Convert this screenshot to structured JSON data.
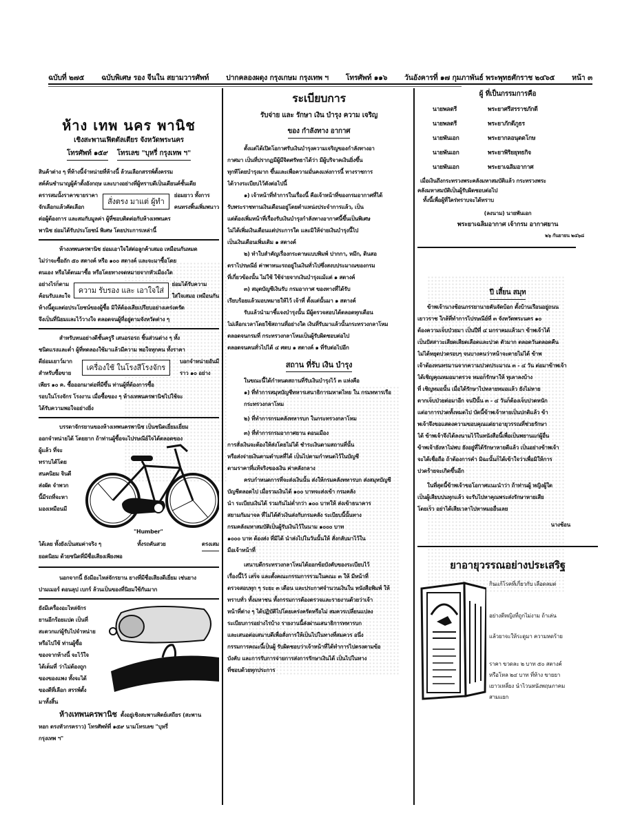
{
  "header": {
    "issue_number": "ฉบับที่ ๒๗๕",
    "special_edition": "ฉบับพิเศษ รอง จีนใน สยามวารศัพท์",
    "publisher": "ปากคลองผดุง กรุงเกษม กรุงเทพ ฯ",
    "telephone": "โทรศัพท์ ๑๑๖",
    "date": "วันอังคารที่ ๑๗ กุมภาพันธ์ พระพุทธศักราช ๒๔๖๕",
    "page": "หน้า ๓"
  },
  "left_column": {
    "store_title": "ห้าง เทพ นคร พานิช",
    "store_location": "เชิงสะพานเฟิตตัลเตียร จังหวัดพระนคร",
    "store_phone": "โทรศัพท์ ๑๕๙",
    "store_telegraph": "โทรเลข \"บุหรี่ กรุงเทพ ฯ\"",
    "section1_text": [
      "สินค้าต่าง ๆ ที่ห้างนี้จำหน่ายที่ห้างนี้ ล้วนเลือกสรรพ์ตั้งครรม",
      "สค์ค้นชำนาญผู้ค้าตั้งอังกฤษ และบางอย่างที่ผู้ทราบดีเป็นเดียนค์ชั้นเดีย",
      "ตรารสมนั้งราคาขายราคา",
      "จักเลือกแล้วคัดเลือก",
      "ย่อมยาว ทั้งการ",
      "คนทรงพิ้นเพิ่มพนาว",
      "ต่อผู้ต้องการ และสมกับมูลค่า ผู้ที่ชอบติดต่อกับห้างเทพนคร",
      "พานิช ย่อมได้รับประโยชน์ พิเศษ โดยประการเหล่านี้"
    ],
    "boxed1": "สั่งตรง มาแต่ ผู้ทำ",
    "section2_text": [
      "ห้างเทพนครพานิช ย่อมเอาใจใส่ต่อลูกค้าเสมอ เหมือนกันหมด",
      "ไม่ว่าจะซื้อถัก ๕๐ สตางค์ หรือ ๑๐๐ สตางค์ และจะมาซื้อโดย",
      "ตนเอง หรือได้ตนมาซื้อ หรือโดยทางจดหมายจากหัวเมืองใด",
      "อย่างไรก็ตาม",
      "ค้อนรับและใจ",
      "ย่อมได้รับความ",
      "ใส่ใจเสมอ เหมือนกัน",
      "ห้างนี้ดูแลต่อประโยชน์ของผู้ซื้อ มิให้ต้องเสียเปรียบอย่างเคร่งครัด",
      "จึงเป็นที่นิยมและไว้วางใจ ตลอดจนผู้ที่อยู่ตามจังหวัดต่าง ๆ"
    ],
    "boxed2": "ความ รับรอง และ เอาใจใส่",
    "section3_text": [
      "สำหรับหนอย่างดีชั้นครูรี เสนอรอรถ ชิ้นส่วนต่าง ๆ ทั้ง",
      "ชนิดแรงและต่ำ ผู้ที่ทดลองใช้มาแล้วมีความ พอใจทุกคน ทั้งราคา",
      "ดีย่อมเยาว์มาก",
      "สำหรับซื้อขาย",
      "บอกจำหน่ายอันมี",
      "ราว ๑๐ อย่าง",
      "เพียร ๑๐ ค. ซื้อออกมาต่อที่มีขึ้น ท่านผู้ที่ต้องการซื้อ",
      "รอบในโรงจักร โรงงาน เมื่อซื้อของ ๆ ห้างเทพนครพานิชไปใช้จะ",
      "ได้รับความพอใจอย่างยิ่ง"
    ],
    "boxed3": "เครื่องใช้ ในโรงสีโรงจักร",
    "bicycle_text": [
      "บรรดาจักรยานของห้างเทพนครพานิช เป็นชนิดเยี่ยมเยี่ยม",
      "ออกจำหน่ายได้ โดยยาก ถ้าท่านผู้ซื้อจะไปรษณีย์ใจได้ตลอดของ",
      "ผู้แล้ว ที่จะ",
      "ทราบได้โดย",
      "สนคนิยม จินดี",
      "ส่งผัด จำพวก",
      "นี้มีรถที่จะหา",
      "มองเหมือนมี",
      "ได้เลย ทั้งยังเป็นสมค่าจริง ๆ",
      "ทั้งรถคันสวย",
      "ตรงเสม",
      "ยอดนิยม ด้วยชนิดที่มีชื่อเสียงเพียงพอ"
    ],
    "bicycle_brand": "\"Humber\"",
    "section4_text": [
      "นอกจากนี้ ยังมีอะไหล่จักรยาน ยางที่มีชื่อเสียงดีเยี่ยม เช่นยาง",
      "ปามเมอร์ ดอนลุป เบกร์ ล้วนเป็นของที่นิยมใช้กันมาก"
    ],
    "tire_text": [
      "ยังมีเครื่องอะไหล่จักร",
      "ยานอีกร้อยแปด เป็นที่",
      "สะดวกแก่ผู้รับไปจำหน่าย",
      "หรือไปใช้ ท่านผู้ซื้อ",
      "ของจากห้างนี้ จะไว้ใจ",
      "ได้เต็มที่ ว่าไม่ต้องถูก",
      "ของของแพง ทั้งจะได้",
      "ของดีที่เลือก สรรพ์ตั้ง",
      "มาทั้งสิ้น"
    ],
    "footer_store": "ห้างเทพนครพานิช",
    "footer_address": "ตั้งอยู่เชิงสะพานพิตย์เสถียร (สะพาน",
    "footer_address2": "หอก ตรงหัวกรคราว) โทรศัพท์ที่ ๑๕๙ นามโทรเลข \"บุหรี่",
    "footer_address3": "กรุงเทพ ฯ\""
  },
  "middle_column": {
    "title": "ระเบียบการ",
    "subtitle": "รับจ่าย และ รักษา เงิน บำรุง ความ เจริญ",
    "subtitle2": "ของ กำลังทาง อากาศ",
    "intro": [
      "ตั้งแต่ได้เปิดโอกาศรับเงินบำรุงความเจริญของกำลังทางอา",
      "กาศมา เป็นที่ปรากฏมีผู้มีจิตศรัทธาได้ว่า มีผู้บริจาคเงินยิ่งขึ้น",
      "ทุกทีโดยบำรุงมาก ขึ้นและเพื่อความมั่นคงแห่งการนี้ ทางราชการ",
      "ได้วางระเบียบไว้ดังต่อไปนี้"
    ],
    "clause1": [
      "๑) เจ้าหน้าที่ทำการในเรื่องนี้ คือเจ้าหน้าที่ของกรมอากาศที่ได้",
      "รับพระราชทานเงินเดือนอยู่โดยตำแหน่งประจำการแล้ว, เป็น",
      "แต่ต้องเพิ่มหน้าที่เรื่องรับเงินบำรุงกำลังทางอากาศนี้ขึ้นเป็นพิเศษ",
      "ไม่ได้เพิ่มเงินเดือนแต่ประการใด และมิให้จ่ายเงินบำรุงนี้ไป",
      "เป็นเงินเดือนเพิ่มเติม ๑ สตางค์"
    ],
    "clause2": [
      "๒) ทำใบสำคัญเรื่องกระดาษแบบพิมพ์ ปากกา, หมึก, ดินสอ",
      "ตราไปรษณีย์ ค่าพาหนะรถอยู่ในเงินทั่วไปซึ่งสงบประมาณของกรม",
      "ที่เกี่ยวข้องนั้น ไม่ใช้ ใช้จ่ายจากเงินบำรุงแม้แต่ ๑ สตางค์"
    ],
    "clause3": [
      "๓) สมุดบัญชีเงินรับ กรมอากาศ ของทางที่ได้รับ",
      "เรียบร้อยแล้วมอบหมายให้ไว้ เจ้าที่ ตั้งแต่นั้นมา ๑ สตางค์"
    ],
    "clause4": [
      "รับแล้วนำมาชี้แจงบำรุงนั้น มีผู้ตรวจสอบได้ตลอดทุกเดือน",
      "ไม่เลือกเวลาโดยใช้สถานที่อย่างใด เงินที่รับมาแล้วนั้นกระทรวงกลาโหม",
      "ตลอดจนกรมที่ กระทรวงกลาโหมเป็นผู้รับผิดชอบต่อไป",
      "ตลอดจนคนทั่วไปได้ ๔ ศตบ ๑ สตางค์ ๑ ที่รับต่อไปอีก"
    ],
    "section_title": "สถาน ที่รับ เงิน บำรุง",
    "places_intro": "ในขณะนี้ได้กำหนดสถานที่รับเงินบำรุงไว้ ๓ แห่งคือ",
    "places": [
      "๑) ที่ทำการสมุหบัญชีทหารเสนาธิการมหาดไทย ใน กรมทหารเรือ กระทรวงกลาโหม",
      "๒) ที่ทำการกรมคลังทหารบก ในกระทรวงกลาโหม",
      "๓) ที่ทำการกรมอากาศยาน ดอนเมือง"
    ],
    "places_note": [
      "การสั่งเงินจะต้องให้ส่งโดยไม่ได้ ชำระเงินตามสถานที่นั้น",
      "หรือส่งจ่ายเงินตามตำบลที่ได้ เป็นไปตามกำหนดไว้ในบัญชี",
      "ตามราคาที่แท้จริงของเงิน ค่าคลังกลาง"
    ],
    "treasury_note": [
      "ครบกำหนดการที่จะส่งเงินนั้น ส่งให้กรมคลังทหารบก ส่งสมุหบัญชี",
      "บัญชีตลอดไป เมื่อรวมเงินได้ ๑๐๐ บาทจะส่งเข้า กรมคลัง",
      "นำ ระเบียบเงินได้ รวมกันไม่ต่ำกว่า ๑๐๐ บาทให้ ส่งเข้าธนาคาร",
      "สยามกัมมาจล ที่ไม่ได้ตัวเงินส่งกับกรมคลัง ระเบียบนี้นั้นทาง",
      "กรมคลังมหาสมบัติเป็นผู้รับเงินไว้ในนาม ๑๐๐๐ บาท",
      "๑๐๐๐ บาท ต้องส่ง ที่มิได้ นำส่งไปในวันนั้นให้ สั่งกลับมาไว้ใน",
      "มือเจ้าหน้าที่"
    ],
    "final_clause": [
      "เสนาบดีกระทรวงกลาโหมได้ออกข้อบังคับของระเบียบไว้",
      "เรื่องนี้ไว้ เสร็จ และตั้งคณะกรรมการรวมในคณะ ๓ ให้ มีหน้าที่",
      "ตรวจสอบทุก ๆ ระยะ ๓ เดือน และประกาศจำนวนเงินใน หนังสือพิมพ์ ให้",
      "ทราบทั่ว ทั้งมหาชน ทั้งกรรมการต้องตรวจและรายงานด้วยว่าเจ้า",
      "หน้าที่ต่าง ๆ ได้ปฏิบัติไปโดยเคร่งครัดหรือไม่ สมควรเปลี่ยนแปลง",
      "ระเบียบการอย่างไรบ้าง รายงานนี้ส่งผ่านเสนาธิการทหารบก",
      "และเสนอต่อเสนาบดีเพื่อสั่งการให้เป็นไปในทางที่สมควร อนึ่ง",
      "กรรมการคณะนี้เป็นผู้ รับผิดชอบว่าเจ้าหน้าที่ได้ทำการไปตรงตามข้อ",
      "บังคับ และการรับการจ่ายการส่งการรักษาเงินได้ เป็นไปในทาง",
      "ที่ชอบด้วยทุกประการ"
    ]
  },
  "right_column": {
    "committee_title": "ผู้ ที่เป็นกรรมการคือ",
    "committee": [
      {
        "rank": "นายพลตรี",
        "name": "พระยาศรีสรราชภักดี"
      },
      {
        "rank": "นายพลตรี",
        "name": "พระยาภักดีภูธร"
      },
      {
        "rank": "นายพันเอก",
        "name": "พระยากลอนุตตโกษ"
      },
      {
        "rank": "นายพันเอก",
        "name": "พระยาพิริยยุทธกิจ"
      },
      {
        "rank": "นายพันเอก",
        "name": "พระยาเฉลิมอากาศ"
      }
    ],
    "committee_note": [
      "เมื่อเงินถึงกระทรวงพระคลังมหาสมบัติแล้ว กระทรวงพระ",
      "คลังมหาสมบัติเป็นผู้รับผิดชอบต่อไป",
      "ทั้งนี้เพื่อผู้ที่ใคร่ทราบจะได้ทราบ"
    ],
    "signed": "(ลงนาม) นายพันเอก",
    "signatory": "พระยาเฉลิมอากาศ เจ้ากรม อากาศยาน",
    "sign_date": "๒๖ กันยายน ๒๔๖๘",
    "story_title": "ปี เสี้ยน สมุท",
    "story_text": [
      "ข้าพเจ้านางช้อนภรรยานายคันจัดบ้อก ตั้งบ้านเรือนอยู่ถนน",
      "เยาวราช ใกล้ที่ทำการไปรษณีย์ที่ ๓ จังหวัดพระนคร ๑๐",
      "ต้องความเจ็บป่วยมา เป็นปีที่ ๔ มกราคมแล้วมา ข้าพเจ้าได้",
      "เป็นปัสสาวะเสียดเสียดเลือดและปวด ตัวมาก ตลอดวันตลอดคืน",
      "ไม่ได้หยุดปวดรอบๆ จนบางคนว่าหน้าจะตายไม่ได้ ข้าพ",
      "เจ้าต้องทนทรมานจากความปวดประมาณ ๓ - ๔ วัน ต่อมาข้าพเจ้า",
      "ได้เชิญคุณหมอมาตรวจ หมอก็รักษาให้ ทุเลาลงบ้าง",
      "ที่ เชิญหมอนั้น เมื่อได้รักษาไปหลายหมอแล้ว ยังไม่หาย",
      "ตากเจ็บป่วยต่อมาอีก จนปีนั้น ๓ - ๔ วันก็ต้องเจ็บปวดหนัก",
      "แต่อาการปวดทั้งหมดไป บัดนี้ข้าพเจ้าหายเป็นปกติแล้ว ข้า",
      "พเจ้าจึงขอแสดงความขอบคุณแด่ยาอายุวรรณที่ช่วยรักษา",
      "ได้ ข้าพเจ้าจึงได้ลงนามไว้ในหนังสือนี้เพื่อเป็นพยานแก่ผู้อื่น",
      "ข้าพเจ้ายังหาไม่พบ ยังอยู่ที่ได้รักษาหายดีแล้ว เป็นอย่างข้าพเจ้า",
      "จะได้เชื่อถือ ถ้าต้องการคำ มิฉะนั้นก็ได้เข้าใจว่าเพื่อมิให้การ",
      "ปวดร้ายจะเกิดขึ้นอีก"
    ],
    "story_closing": [
      "ในที่สุดนี้ข้าพเจ้าขอโอกาศแนะนำว่า ถ้าท่านผู้ หญิงผู้ใด",
      "เป็นผู้เสียบปนทุกแล้ว จะรับไปหาคุณพระส่งรักษาหายเสีย",
      "โดยเร็ว อย่าได้เสียเวลาไปหาหมออื่นเลย"
    ],
    "story_signer": "นางช้อน",
    "ad_title": "ยาอายุวรรณอย่างประเสริฐ",
    "ad_text": [
      "กินแก้โรคที่เกี่ยวกับ เลือดลมต่",
      "อย่างดีหญิงที่ถูกไม่งาม ถ้าเล่น",
      "แล้วยาจะให้ระดูมา ความหดร้าย",
      "ราคา ขวดละ ๒ บาท ๕๐ สตางค์",
      "หรือโหล ๒๔ บาท ที่ห้าง ขายยา",
      "เยาวเหลี่ยง นำไวนหนังพฤษภาคม",
      "สามแยก"
    ]
  }
}
